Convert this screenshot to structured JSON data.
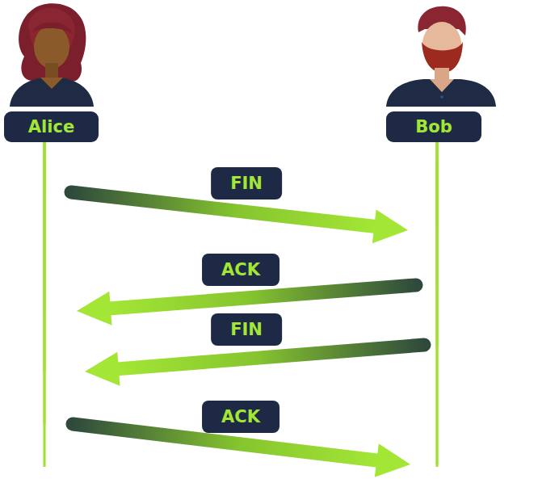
{
  "diagram": {
    "nodes": [
      {
        "text": [
          "Alice"
        ]
      },
      {
        "text": [
          "Bob"
        ]
      }
    ],
    "edges": [
      {
        "from": 0,
        "to": 1,
        "arrow": "to",
        "label": "FIN"
      },
      {
        "from": 1,
        "to": 0,
        "arrow": "to",
        "label": "ACK"
      },
      {
        "from": 1,
        "to": 0,
        "arrow": "to",
        "label": "FIN"
      },
      {
        "from": 0,
        "to": 1,
        "arrow": "to",
        "label": "ACK"
      }
    ]
  }
}
